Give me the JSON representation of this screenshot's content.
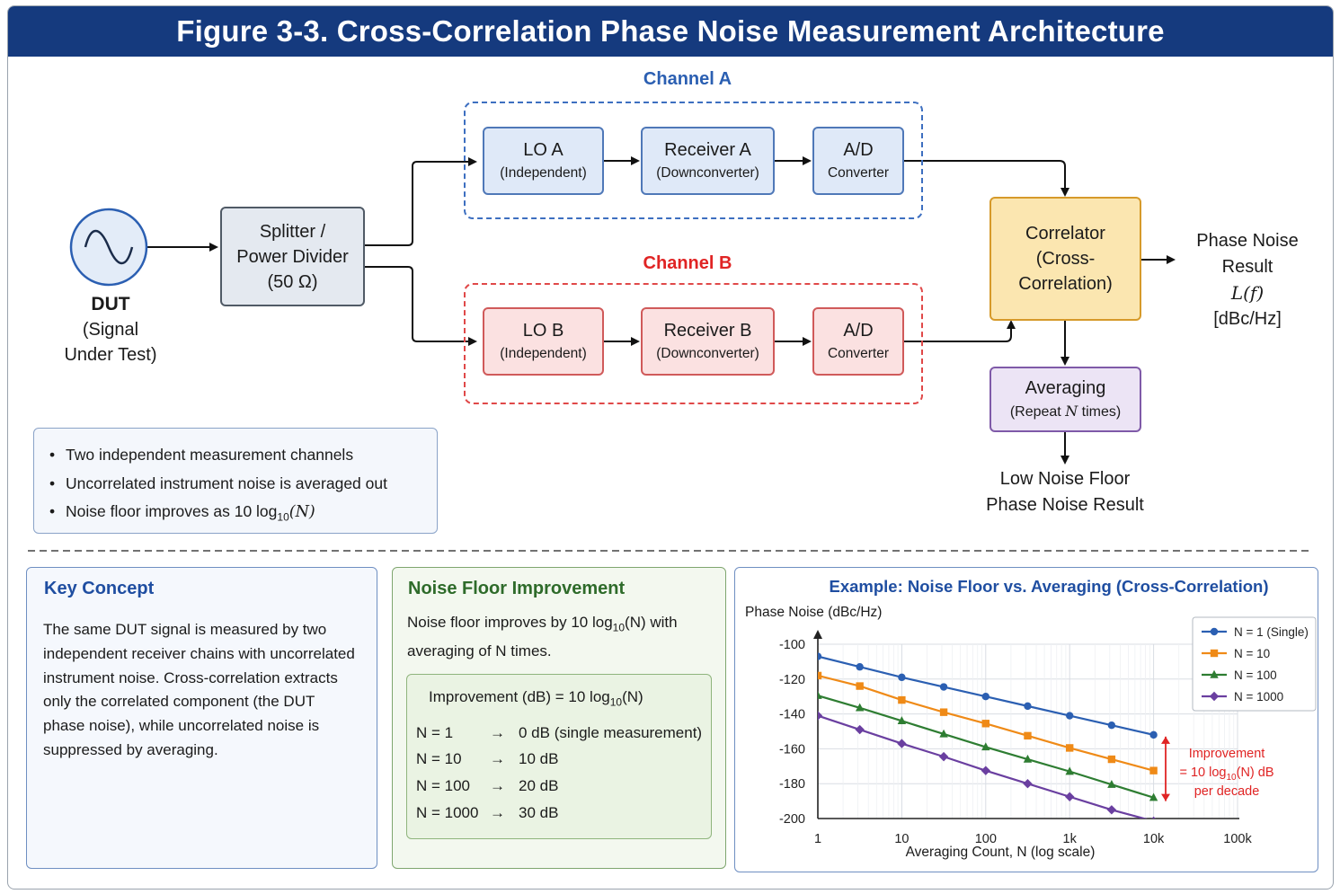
{
  "title": "Figure 3-3. Cross-Correlation Phase Noise Measurement Architecture",
  "dut": {
    "line1": "DUT",
    "line2": "(Signal",
    "line3": "Under Test)"
  },
  "splitter": {
    "line1": "Splitter /",
    "line2": "Power Divider",
    "line3": "(50 Ω)"
  },
  "channel_a": {
    "label": "Channel A",
    "lo": {
      "title": "LO A",
      "sub": "(Independent)"
    },
    "receiver": {
      "title": "Receiver A",
      "sub": "(Downconverter)"
    },
    "adc": {
      "title": "A/D",
      "sub": "Converter"
    }
  },
  "channel_b": {
    "label": "Channel B",
    "lo": {
      "title": "LO B",
      "sub": "(Independent)"
    },
    "receiver": {
      "title": "Receiver B",
      "sub": "(Downconverter)"
    },
    "adc": {
      "title": "A/D",
      "sub": "Converter"
    }
  },
  "correlator": {
    "line1": "Correlator",
    "line2": "(Cross-",
    "line3": "Correlation)"
  },
  "result": {
    "line1": "Phase Noise",
    "line2": "Result",
    "line3": "L(f)",
    "line4": "[dBc/Hz]"
  },
  "averaging": {
    "title": "Averaging",
    "sub_prefix": "(Repeat ",
    "sub_var": "N",
    "sub_suffix": " times)"
  },
  "low_noise": {
    "line1": "Low Noise Floor",
    "line2": "Phase Noise Result"
  },
  "notes": {
    "item1": "Two independent measurement channels",
    "item2": "Uncorrelated instrument noise is averaged out",
    "item3_prefix": "Noise floor improves as 10 log",
    "item3_sub": "10",
    "item3_suffix": "(N)"
  },
  "key_concept": {
    "title": "Key Concept",
    "lines": [
      "The same DUT signal is measured by two",
      "independent receiver chains with uncorrelated",
      "instrument noise. Cross-correlation extracts",
      "only the correlated component (the DUT",
      "phase noise), while uncorrelated noise is",
      "suppressed by averaging."
    ]
  },
  "noise_floor": {
    "title": "Noise Floor Improvement",
    "text_l1_prefix": "Noise floor improves by 10 log",
    "text_l1_sub": "10",
    "text_l1_suffix": "(N) with",
    "text_l2": "averaging of N times.",
    "formula_prefix": "Improvement (dB) = 10 log",
    "formula_sub": "10",
    "formula_suffix": "(N)",
    "rows": [
      {
        "n": "N = 1",
        "arrow": "→",
        "db": "0 dB (single measurement)"
      },
      {
        "n": "N = 10",
        "arrow": "→",
        "db": "10 dB"
      },
      {
        "n": "N = 100",
        "arrow": "→",
        "db": "20 dB"
      },
      {
        "n": "N = 1000",
        "arrow": "→",
        "db": "30 dB"
      }
    ]
  },
  "colors": {
    "title_bg": "#153a7e",
    "blue": "#2b5fb2",
    "red": "#e02424",
    "green": "#2e7d32",
    "purple": "#6a3fa0",
    "orange": "#ef8a17",
    "correlator_bg": "#fbe6b0",
    "averaging_bg": "#ece4f5"
  },
  "chart_data": {
    "type": "line",
    "title": "Example: Noise Floor vs. Averaging (Cross-Correlation)",
    "ylabel": "Phase Noise (dBc/Hz)",
    "xlabel": "Averaging Count, N (log scale)",
    "xscale": "log",
    "xlim": [
      1,
      100000
    ],
    "ylim": [
      -200,
      -100
    ],
    "x_ticks": [
      "1",
      "10",
      "100",
      "1k",
      "10k",
      "100k"
    ],
    "y_ticks": [
      "-100",
      "-120",
      "-140",
      "-160",
      "-180",
      "-200"
    ],
    "legend_position": "top-right",
    "x": [
      1,
      3.16,
      10,
      31.6,
      100,
      316,
      1000,
      3162,
      10000
    ],
    "series": [
      {
        "name": "N = 1 (Single)",
        "color": "#2b5fb2",
        "marker": "circle",
        "values": [
          -107,
          -113,
          -119,
          -124.5,
          -130,
          -135.5,
          -141,
          -146.5,
          -152
        ]
      },
      {
        "name": "N = 10",
        "color": "#ef8a17",
        "marker": "square",
        "values": [
          -118,
          -124,
          -132,
          -139,
          -145.5,
          -152.5,
          -159.5,
          -166,
          -172.5
        ]
      },
      {
        "name": "N = 100",
        "color": "#2e7d32",
        "marker": "triangle",
        "values": [
          -129.5,
          -136.5,
          -144,
          -151.5,
          -159,
          -166,
          -173,
          -180.5,
          -188
        ]
      },
      {
        "name": "N = 1000",
        "color": "#6a3fa0",
        "marker": "diamond",
        "values": [
          -141,
          -149,
          -157,
          -164.5,
          -172.5,
          -180,
          -187.5,
          -195,
          -201.5
        ]
      }
    ],
    "annotation": {
      "line1": "Improvement",
      "line2_prefix": "= 10 log",
      "line2_sub": "10",
      "line2_suffix": "(N) dB",
      "line3": "per decade"
    }
  }
}
